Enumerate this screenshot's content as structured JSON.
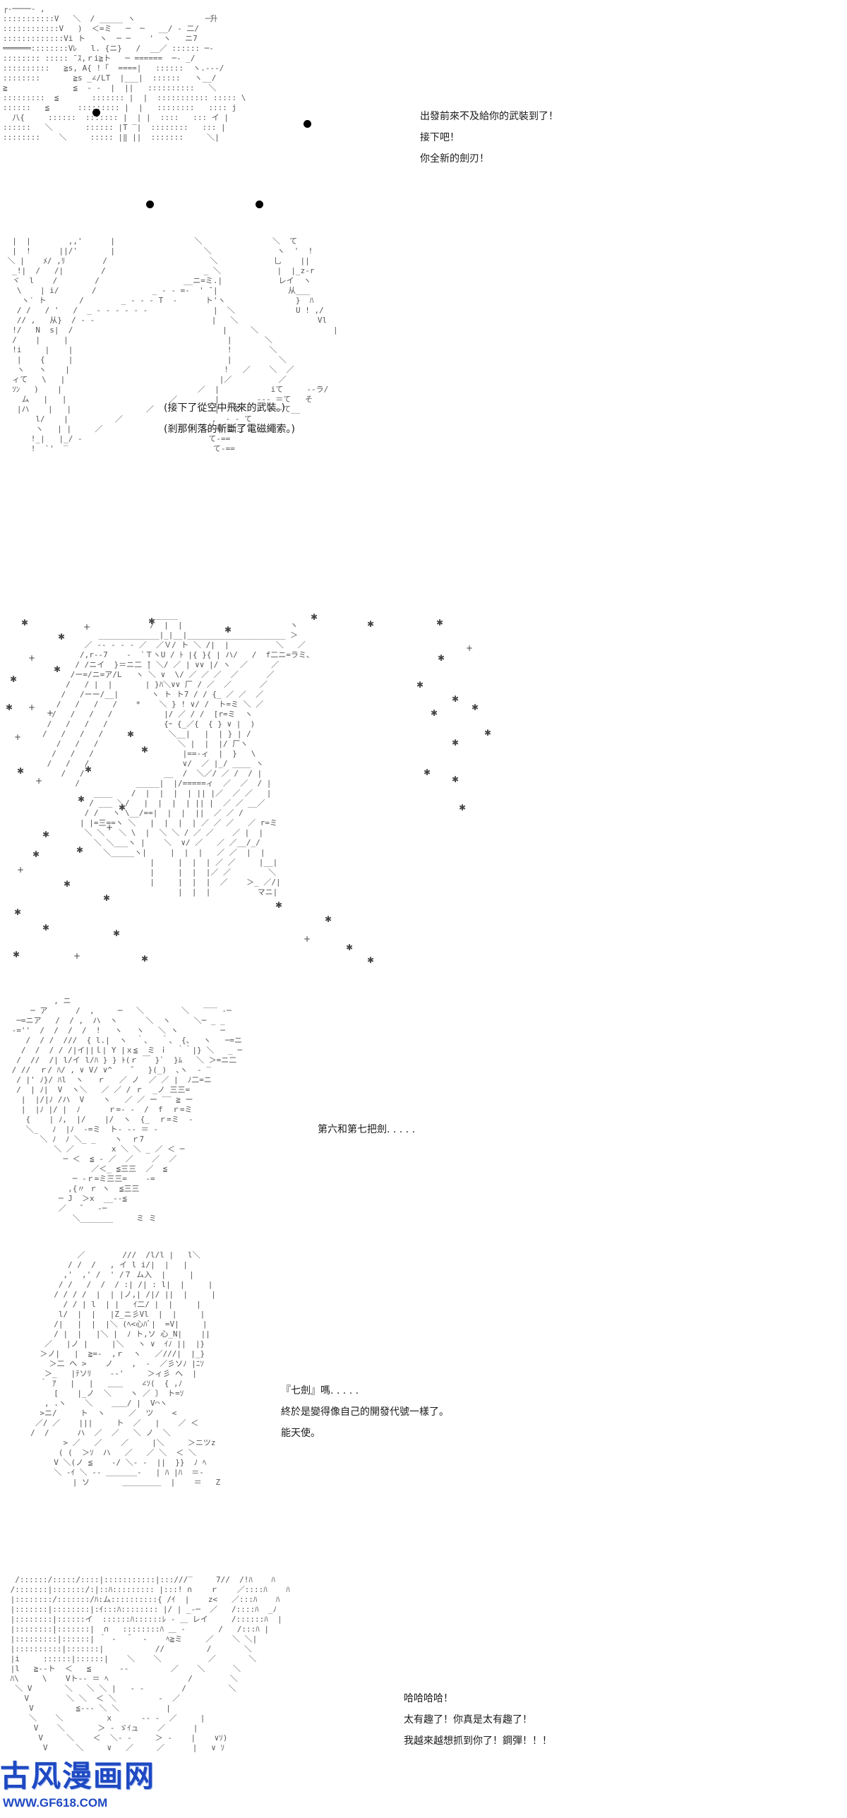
{
  "panels": [
    {
      "id": "panel-1",
      "lines": [
        "出發前來不及給你的武裝到了！",
        "接下吧！",
        "你全新的劍刃！"
      ]
    },
    {
      "id": "panel-2",
      "lines": [
        "(接下了從空中飛來的武裝。)",
        "(剎那俐落的斬斷了電磁繩索。)"
      ]
    },
    {
      "id": "panel-3",
      "lines": []
    },
    {
      "id": "panel-4",
      "lines": [
        "第六和第七把劍. . . . ."
      ]
    },
    {
      "id": "panel-5",
      "lines": [
        "『七劍』嗎. . . . .",
        "終於是變得像自己的開發代號一樣了。",
        "能天使。"
      ]
    },
    {
      "id": "panel-6",
      "lines": [
        "哈哈哈哈！",
        "太有趣了！你真是太有趣了！",
        "我越來越想抓到你了！鋼彈！！！"
      ]
    }
  ],
  "watermark": {
    "title": "古风漫画网",
    "url": "WWW.GF618.COM"
  }
}
